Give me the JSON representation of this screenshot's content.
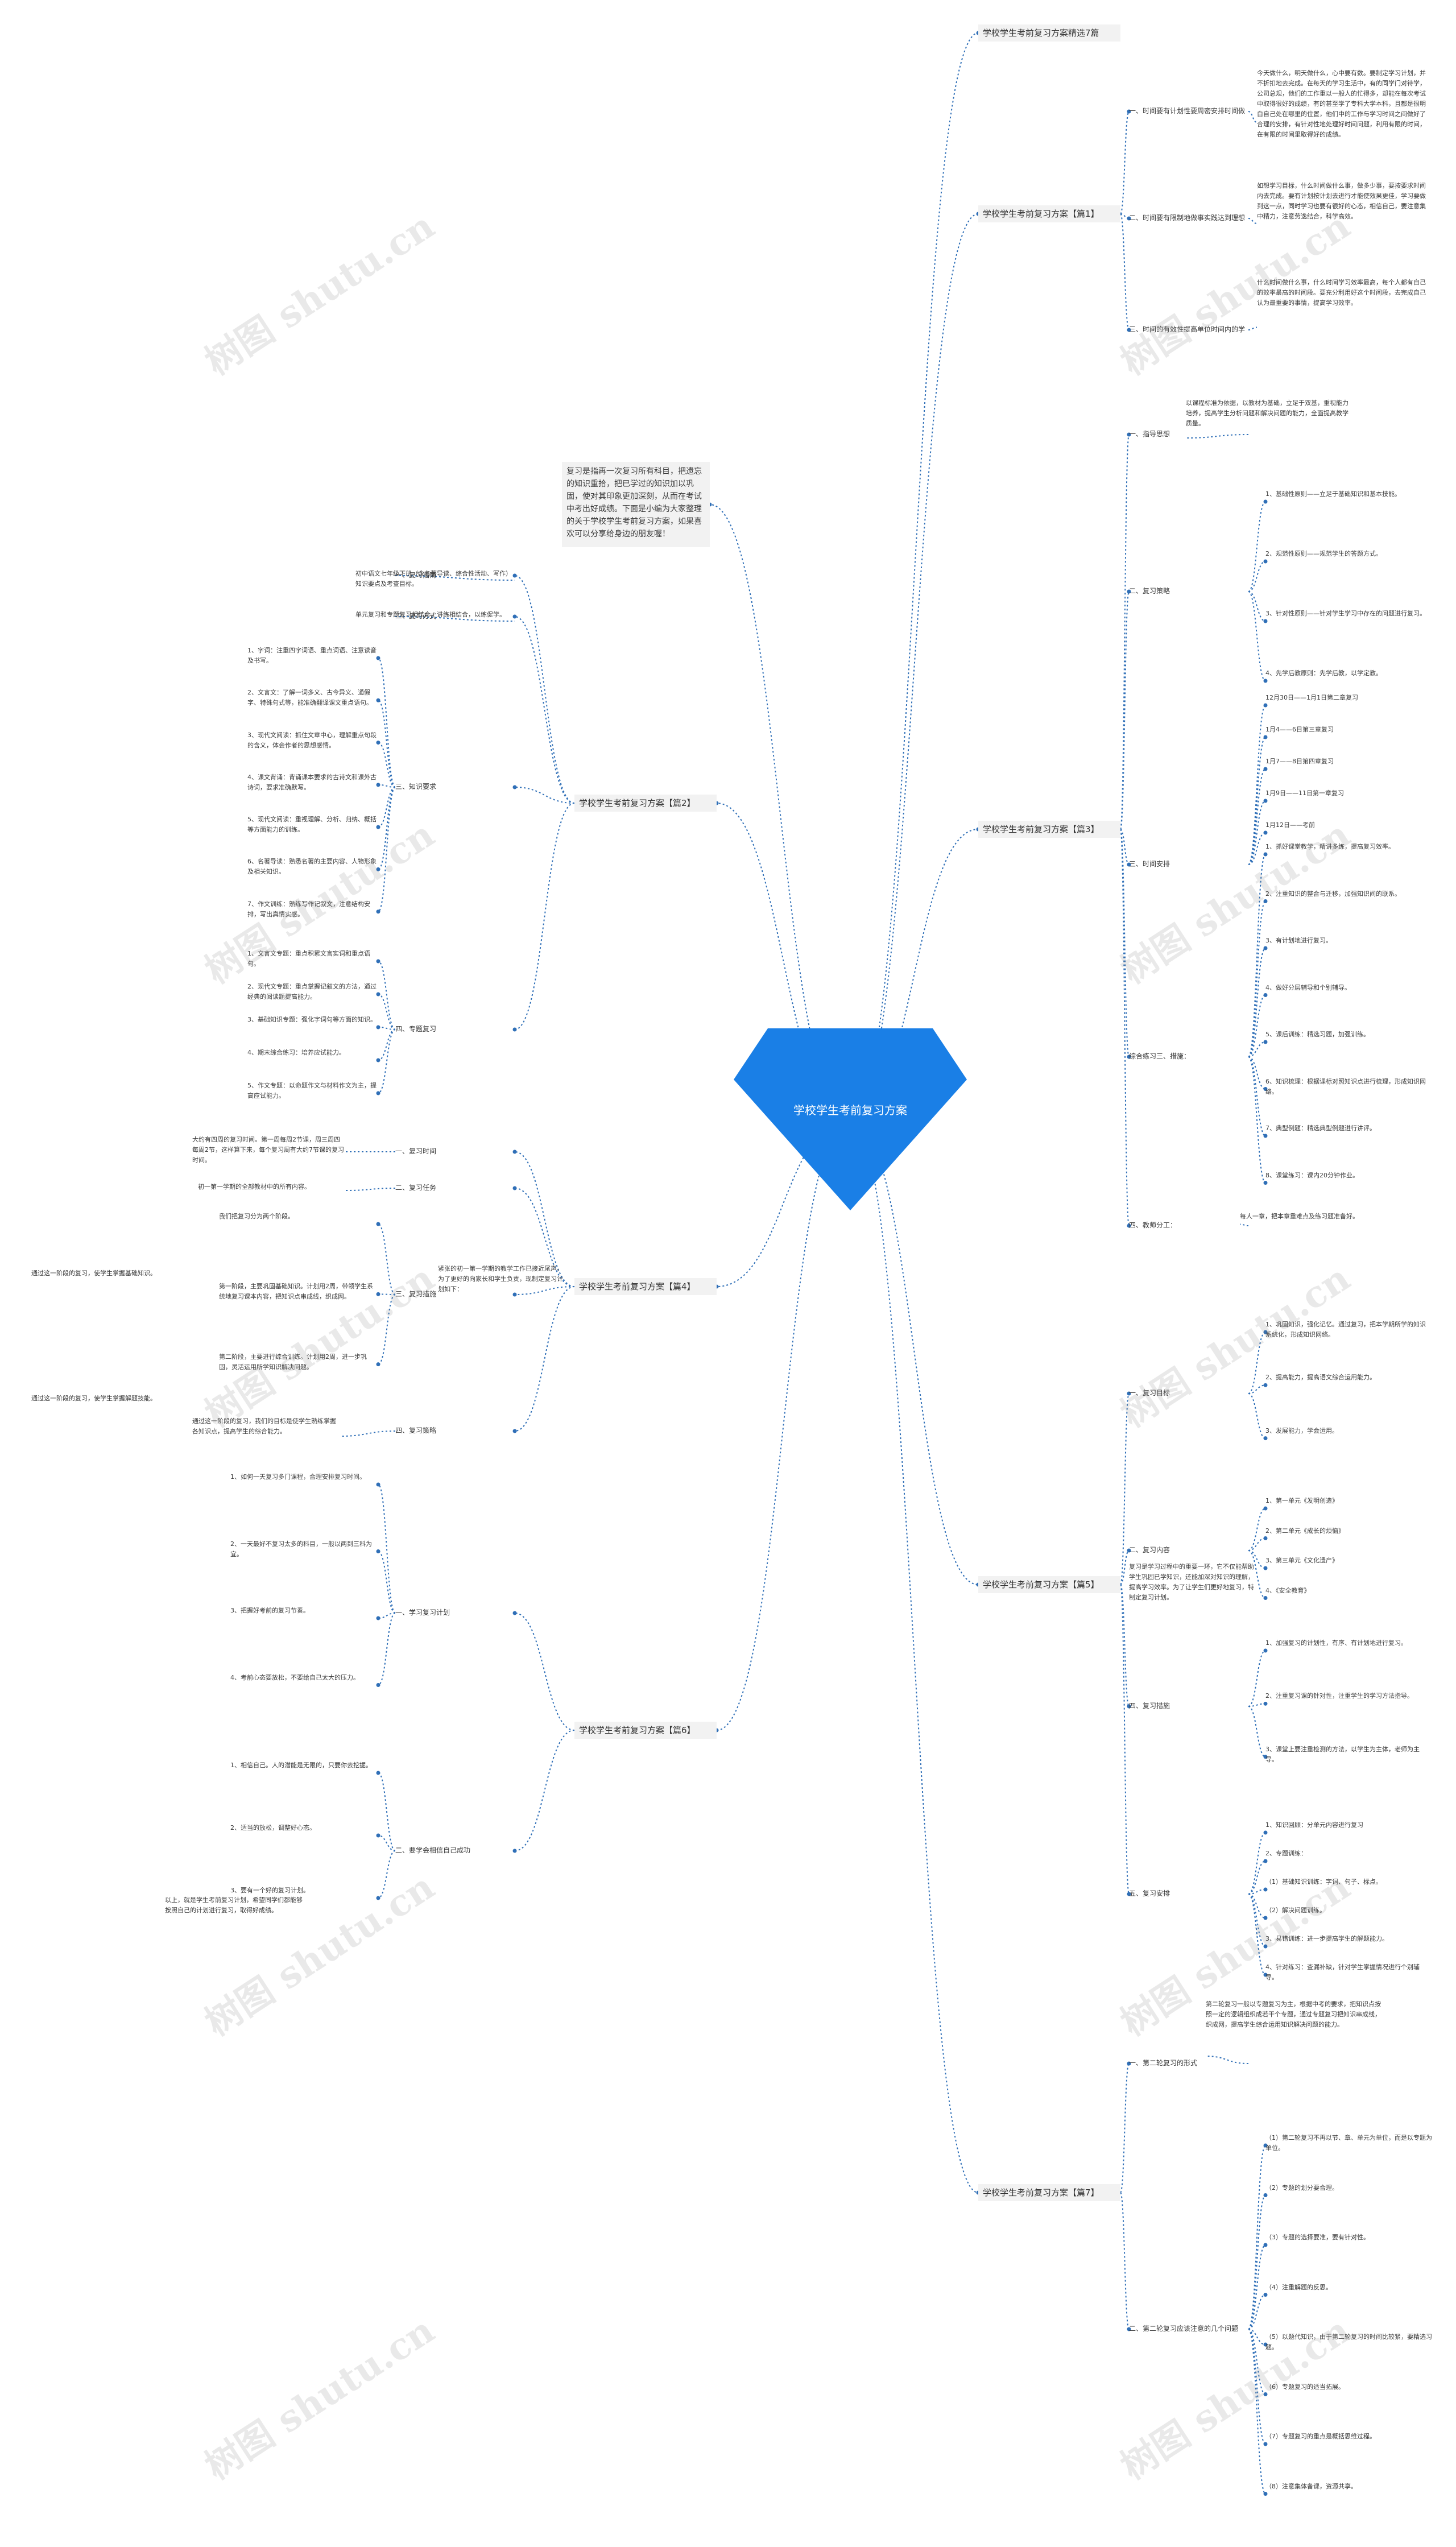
{
  "root": {
    "title": "学校学生考前复习方案"
  },
  "watermark": "树图 shutu.cn",
  "colors": {
    "root": "#1a7fe6",
    "line": "#2f6fb7",
    "branch_bg": "#f2f2f2"
  },
  "branches": [
    {
      "id": "b0",
      "label": "学校学生考前复习方案精选7篇"
    },
    {
      "id": "b1",
      "label": "学校学生考前复习方案【篇1】",
      "children": [
        {
          "label": "一、时间要有计划性要周密安排时间做事情",
          "text": "今天做什么，明天做什么，心中要有数。要制定学习计划，并不折扣地去完成。在每天的学习生活中，有的同学门对待学，公司总规，他们的工作重以一般人的忙得多，却能在每次考试中取得很好的成绩，有的甚至学了专科大学本科，且都是很明白自己处在哪里的位置，他们中的工作与学习时间之间做好了合理的安排，有针对性地处理好时间问题，利用有限的时间，在有限的时间里取得好的成绩。"
        },
        {
          "label": "二、时间要有限制地做事实践达到理想成绩要精力集中",
          "text": "如想学习目标，什么时间做什么事，做多少事，要按要求时间内去完成。要有计划按计划去进行才能使效果更佳，学习要做到这一点，同时学习也要有很好的心态，相信自己，要注意集中精力，注意劳逸结合，科学高效。"
        },
        {
          "label": "三、时间的有效性提高单位时间内的学习效率",
          "text": "什么时间做什么事，什么时间学习效率最高，每个人都有自己的效率最高的时间段。要充分利用好这个时间段，去完成自己认为最重要的事情，提高学习效率。"
        }
      ]
    },
    {
      "id": "b2",
      "label": "学校学生考前复习方案【篇2】",
      "children": [
        {
          "label": "一、复习指南",
          "text": "初中语文七年级下册（含名著导读、综合性活动、写作）知识要点及考查目标。"
        },
        {
          "label": "二、复习方式",
          "text": "单元复习和专题复习相结合，讲练相结合，以练促学。"
        },
        {
          "label": "三、知识要求",
          "items": [
            "1、字词：注重四字词语、重点词语、注意读音及书写。",
            "2、文言文：了解一词多义、古今异义、通假字、特殊句式等，能准确翻译课文重点语句。",
            "3、现代文阅读：抓住文章中心，理解重点句段的含义，体会作者的思想感情。",
            "4、课文背诵：背诵课本要求的古诗文和课外古诗词，要求准确默写。",
            "5、现代文阅读：重视理解、分析、归纳、概括等方面能力的训练。",
            "6、名著导读：熟悉名著的主要内容、人物形象及相关知识。",
            "7、作文训练：熟练写作记叙文，注意结构安排，写出真情实感。"
          ]
        },
        {
          "label": "四、专题复习",
          "items": [
            "1、文言文专题：重点积累文言实词和重点语句。",
            "2、现代文专题：重点掌握记叙文的方法，通过经典的阅读题提高能力。",
            "3、基础知识专题：强化字词句等方面的知识。",
            "4、期末综合练习：培养应试能力。",
            "5、作文专题：以命题作文与材料作文为主，提高应试能力。"
          ]
        }
      ]
    },
    {
      "id": "note",
      "label": "复习是指再一次复习所有科目，把遗忘的知识重拾，把已学过的知识加以巩固，使对其印象更加深刻，从而在考试中考出好成绩。下面是小编为大家整理的关于学校学生考前复习方案，如果喜欢可以分享给身边的朋友喔！"
    },
    {
      "id": "b3",
      "label": "学校学生考前复习方案【篇3】",
      "children": [
        {
          "label": "一、指导思想",
          "text": "以课程标准为依据，以教材为基础，立足于双基，重视能力培养，提高学生分析问题和解决问题的能力，全面提高教学质量。"
        },
        {
          "label": "二、复习策略",
          "items": [
            "1、基础性原则——立足于基础知识和基本技能。",
            "2、规范性原则——规范学生的答题方式。",
            "3、针对性原则——针对学生学习中存在的问题进行复习。",
            "4、先学后教原则：先学后教，以学定教。"
          ]
        },
        {
          "label": "三、时间安排",
          "items": [
            "12月30日——1月1日第二章复习",
            "1月4——6日第三章复习",
            "1月7——8日第四章复习",
            "1月9日——11日第一章复习",
            "1月12日——考前"
          ]
        },
        {
          "label": "综合练习三、措施：",
          "items": [
            "1、抓好课堂教学，精讲多练，提高复习效率。",
            "2、注重知识的整合与迁移，加强知识间的联系。",
            "3、有计划地进行复习。",
            "4、做好分层辅导和个别辅导。",
            "5、课后训练：精选习题，加强训练。",
            "6、知识梳理：根据课标对照知识点进行梳理，形成知识网络。",
            "7、典型例题：精选典型例题进行讲评。",
            "8、课堂练习：课内20分钟作业。"
          ]
        },
        {
          "label": "四、教师分工：",
          "text": "每人一章，把本章重难点及练习题准备好。"
        }
      ]
    },
    {
      "id": "b4",
      "label": "学校学生考前复习方案【篇4】",
      "intro": "紧张的初一第一学期的教学工作已接近尾声。为了更好的向家长和学生负责，现制定复习计划如下：",
      "children": [
        {
          "label": "一、复习时间",
          "text": "大约有四周的复习时间。第一周每周2节课，周三周四每周2节，这样算下来，每个复习周有大约7节课的复习时间。"
        },
        {
          "label": "二、复习任务",
          "text": "初一第一学期的全部教材中的所有内容。"
        },
        {
          "label": "三、复习措施",
          "items": [
            "我们把复习分为两个阶段。",
            "第一阶段，主要巩固基础知识。计划用2周，带领学生系统地复习课本内容，把知识点串成线，织成网。",
            "第二阶段，主要进行综合训练。计划用2周，进一步巩固，灵活运用所学知识解决问题。"
          ],
          "notes": [
            "通过这一阶段的复习，使学生掌握基础知识。",
            "通过这一阶段的复习，使学生掌握解题技能。"
          ]
        },
        {
          "label": "四、复习策略",
          "text": "通过这一阶段的复习，我们的目标是使学生熟练掌握各知识点，提高学生的综合能力。"
        }
      ]
    },
    {
      "id": "b5",
      "label": "学校学生考前复习方案【篇5】",
      "intro": "复习是学习过程中的重要一环，它不仅能帮助学生巩固已学知识，还能加深对知识的理解，提高学习效率。为了让学生们更好地复习，特制定复习计划。",
      "children": [
        {
          "label": "一、复习目标",
          "items": [
            "1、巩固知识，强化记忆。通过复习，把本学期所学的知识系统化，形成知识网络。",
            "2、提高能力，提高语文综合运用能力。",
            "3、发展能力，学会运用。"
          ]
        },
        {
          "label": "二、复习内容",
          "items": [
            "1、第一单元《发明创造》",
            "2、第二单元《成长的烦恼》",
            "3、第三单元《文化遗产》",
            "4、《安全教育》"
          ]
        },
        {
          "label": "四、复习措施",
          "items": [
            "1、加强复习的计划性，有序、有计划地进行复习。",
            "2、注重复习课的针对性，注重学生的学习方法指导。",
            "3、课堂上要注重检测的方法，以学生为主体，老师为主导。"
          ]
        },
        {
          "label": "五、复习安排",
          "items": [
            "1、知识回顾：分单元内容进行复习",
            "2、专题训练：",
            "（1）基础知识训练：字词、句子、标点。",
            "（2）解决问题训练。",
            "3、易错训练：进一步提高学生的解题能力。",
            "4、针对练习：查漏补缺，针对学生掌握情况进行个别辅导。"
          ]
        }
      ]
    },
    {
      "id": "b6",
      "label": "学校学生考前复习方案【篇6】",
      "children": [
        {
          "label": "一、学习复习计划",
          "items": [
            "1、如何一天复习多门课程，合理安排复习时间。",
            "2、一天最好不复习太多的科目，一般以两到三科为宜。",
            "3、把握好考前的复习节奏。",
            "4、考前心态要放松，不要给自己太大的压力。"
          ]
        },
        {
          "label": "二、要学会相信自己成功",
          "items": [
            "1、相信自己。人的潜能是无限的，只要你去挖掘。",
            "2、适当的放松，调整好心态。",
            "3、要有一个好的复习计划。"
          ]
        }
      ],
      "note": "以上，就是学生考前复习计划，希望同学们都能够按照自己的计划进行复习，取得好成绩。"
    },
    {
      "id": "b7",
      "label": "学校学生考前复习方案【篇7】",
      "children": [
        {
          "label": "一、第二轮复习的形式",
          "text": "第二轮复习一般以专题复习为主，根据中考的要求，把知识点按照一定的逻辑组织成若干个专题，通过专题复习把知识串成线，织成网，提高学生综合运用知识解决问题的能力。"
        },
        {
          "label": "二、第二轮复习应该注意的几个问题",
          "items": [
            "（1）第二轮复习不再以节、章、单元为单位，而是以专题为单位。",
            "（2）专题的划分要合理。",
            "（3）专题的选择要准，要有针对性。",
            "（4）注重解题的反思。",
            "（5）以题代知识，由于第二轮复习的时间比较紧，要精选习题。",
            "（6）专题复习的适当拓展。",
            "（7）专题复习的重点是概括思维过程。",
            "（8）注意集体备课，资源共享。"
          ]
        }
      ]
    }
  ]
}
